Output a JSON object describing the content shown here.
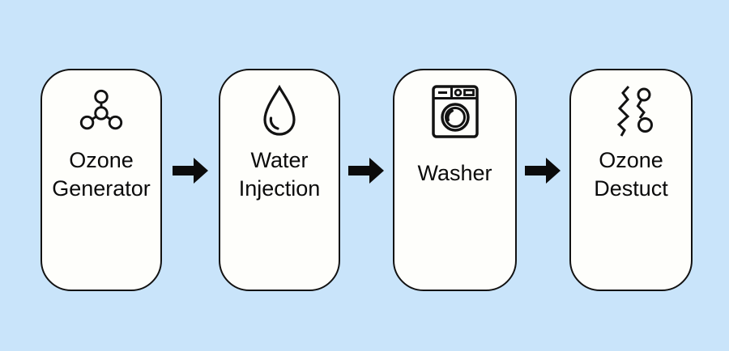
{
  "diagram": {
    "type": "process-flow",
    "background_color": "#c9e4fa",
    "box_fill_color": "#fefefb",
    "box_border_color": "#121212",
    "text_color": "#0b0b0b",
    "arrow_color": "#0b0b0b",
    "connector": "solid-right-arrow",
    "steps": [
      {
        "id": "ozone-generator",
        "icon": "molecule-icon",
        "label": "Ozone Generator",
        "line1": "Ozone",
        "line2": "Generator"
      },
      {
        "id": "water-injection",
        "icon": "water-drop-icon",
        "label": "Water Injection",
        "line1": "Water",
        "line2": "Injection"
      },
      {
        "id": "washer",
        "icon": "washing-machine-icon",
        "label": "Washer",
        "line1": "Washer",
        "line2": ""
      },
      {
        "id": "ozone-destruct",
        "icon": "ozone-sparks-icon",
        "label": "Ozone Destuct",
        "line1": "Ozone",
        "line2": "Destuct"
      }
    ]
  }
}
